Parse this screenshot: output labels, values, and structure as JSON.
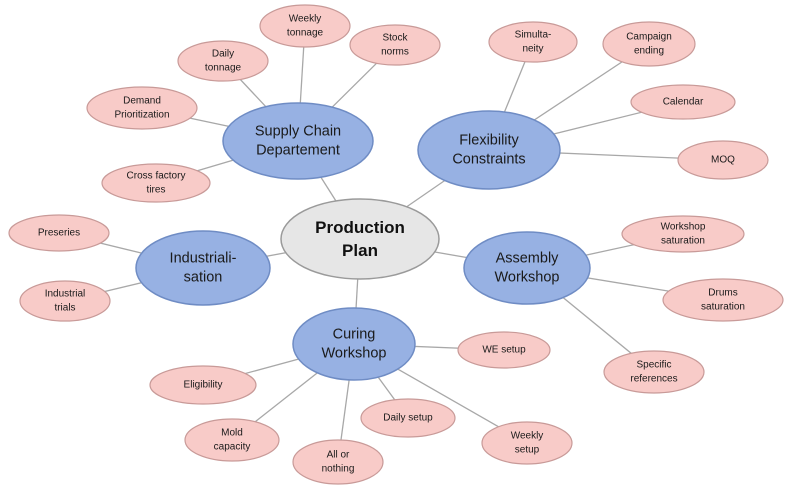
{
  "center": {
    "id": "production-plan",
    "lines": [
      "Production",
      "Plan"
    ]
  },
  "hubs": [
    {
      "id": "supply-chain",
      "lines": [
        "Supply Chain",
        "Departement"
      ]
    },
    {
      "id": "flexibility",
      "lines": [
        "Flexibility",
        "Constraints"
      ]
    },
    {
      "id": "industrialisation",
      "lines": [
        "Industriali-",
        "sation"
      ]
    },
    {
      "id": "assembly",
      "lines": [
        "Assembly",
        "Workshop"
      ]
    },
    {
      "id": "curing",
      "lines": [
        "Curing",
        "Workshop"
      ]
    }
  ],
  "leaves": [
    {
      "id": "weekly-tonnage",
      "hub": "supply-chain",
      "lines": [
        "Weekly",
        "tonnage"
      ]
    },
    {
      "id": "stock-norms",
      "hub": "supply-chain",
      "lines": [
        "Stock",
        "norms"
      ]
    },
    {
      "id": "daily-tonnage",
      "hub": "supply-chain",
      "lines": [
        "Daily",
        "tonnage"
      ]
    },
    {
      "id": "demand-prioritization",
      "hub": "supply-chain",
      "lines": [
        "Demand",
        "Prioritization"
      ]
    },
    {
      "id": "cross-factory-tires",
      "hub": "supply-chain",
      "lines": [
        "Cross factory",
        "tires"
      ]
    },
    {
      "id": "simultaneity",
      "hub": "flexibility",
      "lines": [
        "Simulta-",
        "neity"
      ]
    },
    {
      "id": "campaign-ending",
      "hub": "flexibility",
      "lines": [
        "Campaign",
        "ending"
      ]
    },
    {
      "id": "calendar",
      "hub": "flexibility",
      "lines": [
        "Calendar"
      ]
    },
    {
      "id": "moq",
      "hub": "flexibility",
      "lines": [
        "MOQ"
      ]
    },
    {
      "id": "preseries",
      "hub": "industrialisation",
      "lines": [
        "Preseries"
      ]
    },
    {
      "id": "industrial-trials",
      "hub": "industrialisation",
      "lines": [
        "Industrial",
        "trials"
      ]
    },
    {
      "id": "workshop-saturation",
      "hub": "assembly",
      "lines": [
        "Workshop",
        "saturation"
      ]
    },
    {
      "id": "drums-saturation",
      "hub": "assembly",
      "lines": [
        "Drums",
        "saturation"
      ]
    },
    {
      "id": "specific-references",
      "hub": "assembly",
      "lines": [
        "Specific",
        "references"
      ]
    },
    {
      "id": "we-setup",
      "hub": "curing",
      "lines": [
        "WE setup"
      ]
    },
    {
      "id": "eligibility",
      "hub": "curing",
      "lines": [
        "Eligibility"
      ]
    },
    {
      "id": "mold-capacity",
      "hub": "curing",
      "lines": [
        "Mold",
        "capacity"
      ]
    },
    {
      "id": "all-or-nothing",
      "hub": "curing",
      "lines": [
        "All or",
        "nothing"
      ]
    },
    {
      "id": "daily-setup",
      "hub": "curing",
      "lines": [
        "Daily setup"
      ]
    },
    {
      "id": "weekly-setup",
      "hub": "curing",
      "lines": [
        "Weekly",
        "setup"
      ]
    }
  ],
  "colors": {
    "center_fill": "#e6e6e6",
    "hub_fill": "#97b1e3",
    "leaf_fill": "#f8cbc8",
    "edge": "#a8a8a8"
  }
}
